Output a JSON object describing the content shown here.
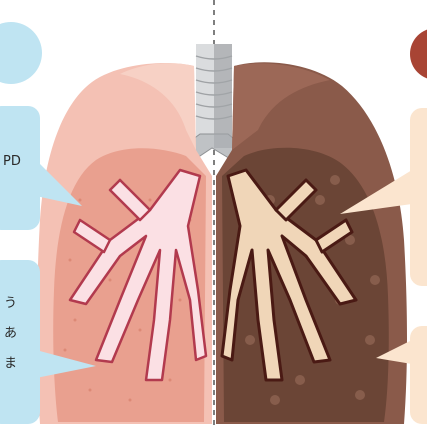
{
  "left_panel": {
    "callout_1_text": "PD",
    "callout_2_lines": [
      "う",
      "あ",
      "ま"
    ]
  },
  "colors": {
    "callout_blue": "#bfe4f2",
    "callout_peach": "#fbe5cf",
    "healthy_lung_outer": "#f4c1b4",
    "healthy_lung_inner": "#e9a08f",
    "healthy_airway_outline": "#b23a4e",
    "diseased_lung_outer": "#8a5a4a",
    "diseased_lung_inner": "#6b4536",
    "diseased_airway": "#4a1a14",
    "trachea": "#c9cbcd",
    "badge_red": "#a84434"
  }
}
